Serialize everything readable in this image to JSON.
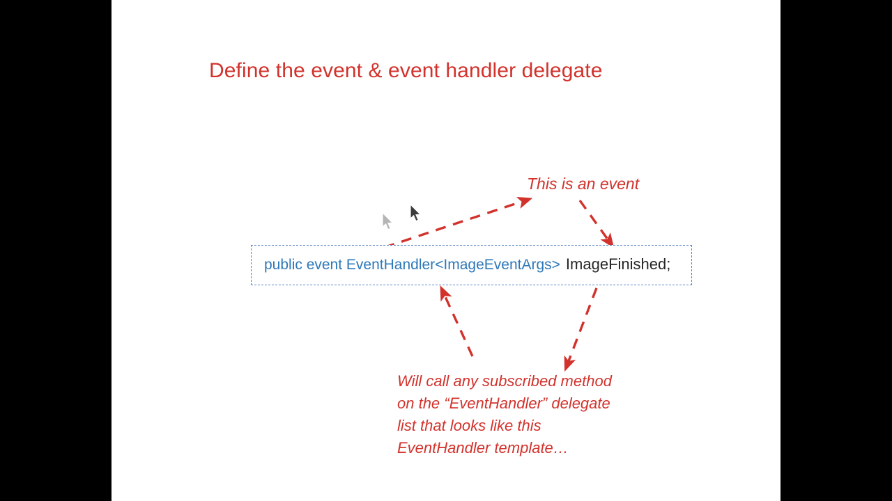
{
  "slide": {
    "title": "Define the event & event handler delegate",
    "background_color": "#ffffff",
    "letterbox_color": "#000000",
    "accent_red": "#D2322C",
    "code_blue": "#2E78B8",
    "code_black": "#262626",
    "border_blue": "#5B86C4"
  },
  "code_box": {
    "keyword_part": "public event EventHandler<ImageEventArgs>",
    "identifier_part": "ImageFinished;",
    "border_style": "dashed"
  },
  "annotations": {
    "event_label": "This is an event",
    "delegate_note": {
      "line1": "Will call any subscribed method",
      "line2": "on the “EventHandler” delegate",
      "line3": "list that looks like this",
      "line4": "EventHandler template…"
    }
  },
  "arrows": [
    {
      "name": "arrow-to-event-label",
      "from": "code-box-left",
      "to": "this-is-an-event",
      "direction": "up-right"
    },
    {
      "name": "arrow-event-label-to-code",
      "from": "this-is-an-event",
      "to": "code-box-identifier",
      "direction": "down-right"
    },
    {
      "name": "arrow-note-to-code",
      "from": "delegate-note",
      "to": "code-box-bottom",
      "direction": "up-left"
    },
    {
      "name": "arrow-code-to-note",
      "from": "code-box-bottom",
      "to": "delegate-note",
      "direction": "down-left"
    }
  ],
  "cursors": [
    {
      "name": "cursor-ghost",
      "shade": "#B0B0B0"
    },
    {
      "name": "cursor-main",
      "shade": "#3C3C3C"
    }
  ]
}
